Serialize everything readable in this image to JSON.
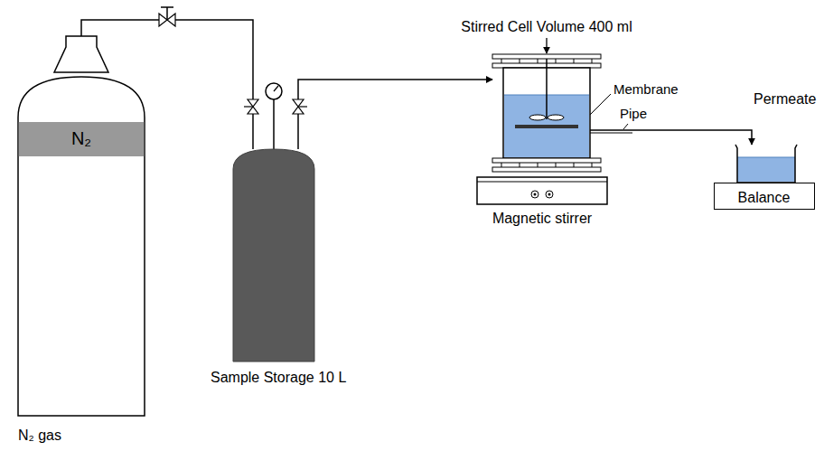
{
  "diagram": {
    "nodes": [
      {
        "text": [
          "N₂",
          "N₂ gas"
        ]
      },
      {
        "text": [
          "Sample Storage 10 L"
        ]
      },
      {
        "text": [
          "Stirred Cell Volume 400 ml"
        ]
      },
      {
        "text": [
          "Magnetic stirrer"
        ]
      },
      {
        "text": [
          "Balance"
        ]
      }
    ],
    "edges": [
      {
        "from": 0,
        "to": 1,
        "arrow": "none"
      },
      {
        "from": 1,
        "to": 2,
        "arrow": "to"
      }
    ],
    "labels": [
      "Membrane",
      "Pipe",
      "Permeate"
    ]
  }
}
